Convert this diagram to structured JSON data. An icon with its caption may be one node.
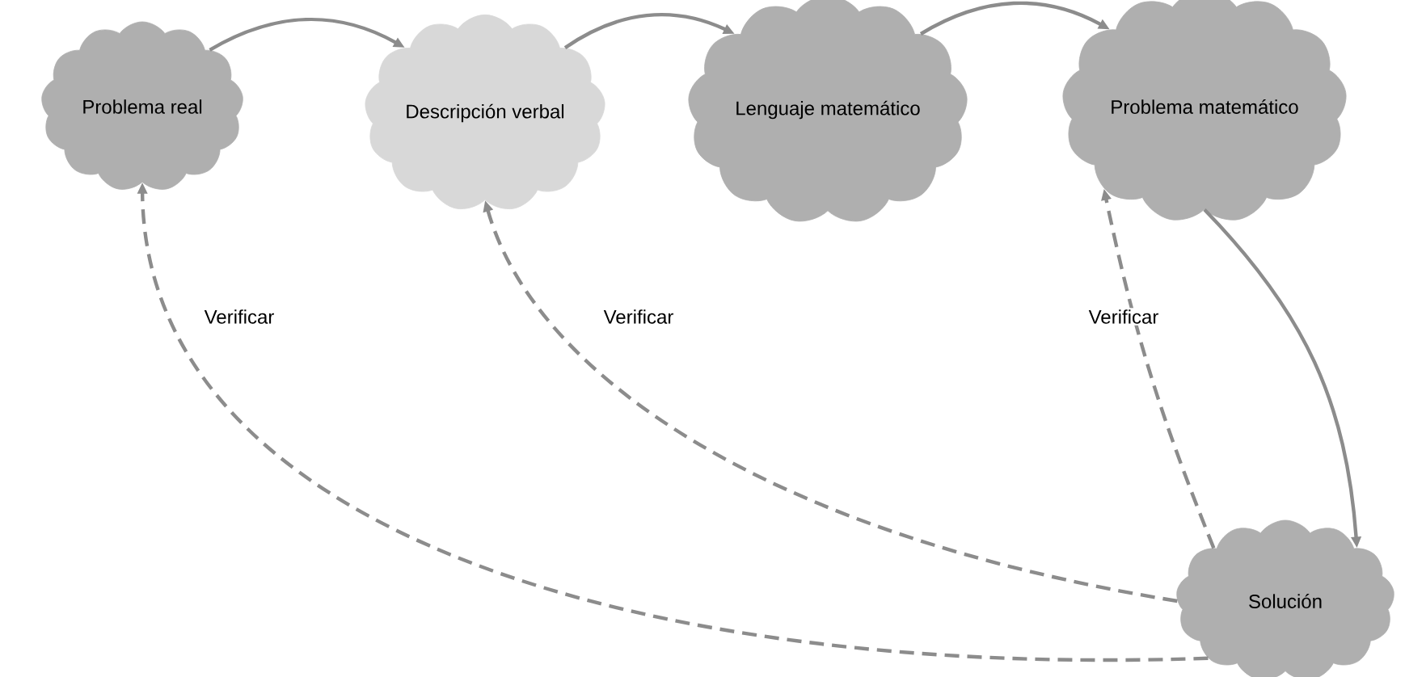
{
  "diagram": {
    "nodes": [
      {
        "text": [
          "Problema real"
        ]
      },
      {
        "text": [
          "Descripción verbal"
        ]
      },
      {
        "text": [
          "Lenguaje matemático"
        ]
      },
      {
        "text": [
          "Problema matemático"
        ]
      },
      {
        "text": [
          "Solución"
        ]
      }
    ],
    "edges": [
      {
        "from": 0,
        "to": 1,
        "arrow": "to"
      },
      {
        "from": 1,
        "to": 2,
        "arrow": "to"
      },
      {
        "from": 2,
        "to": 3,
        "arrow": "to"
      },
      {
        "from": 3,
        "to": 4,
        "arrow": "to"
      },
      {
        "from": 4,
        "to": 3,
        "arrow": "to",
        "style": "dashed",
        "label": "Verificar"
      },
      {
        "from": 4,
        "to": 1,
        "arrow": "to",
        "style": "dashed",
        "label": "Verificar"
      },
      {
        "from": 4,
        "to": 0,
        "arrow": "to",
        "style": "dashed",
        "label": "Verificar"
      }
    ]
  }
}
